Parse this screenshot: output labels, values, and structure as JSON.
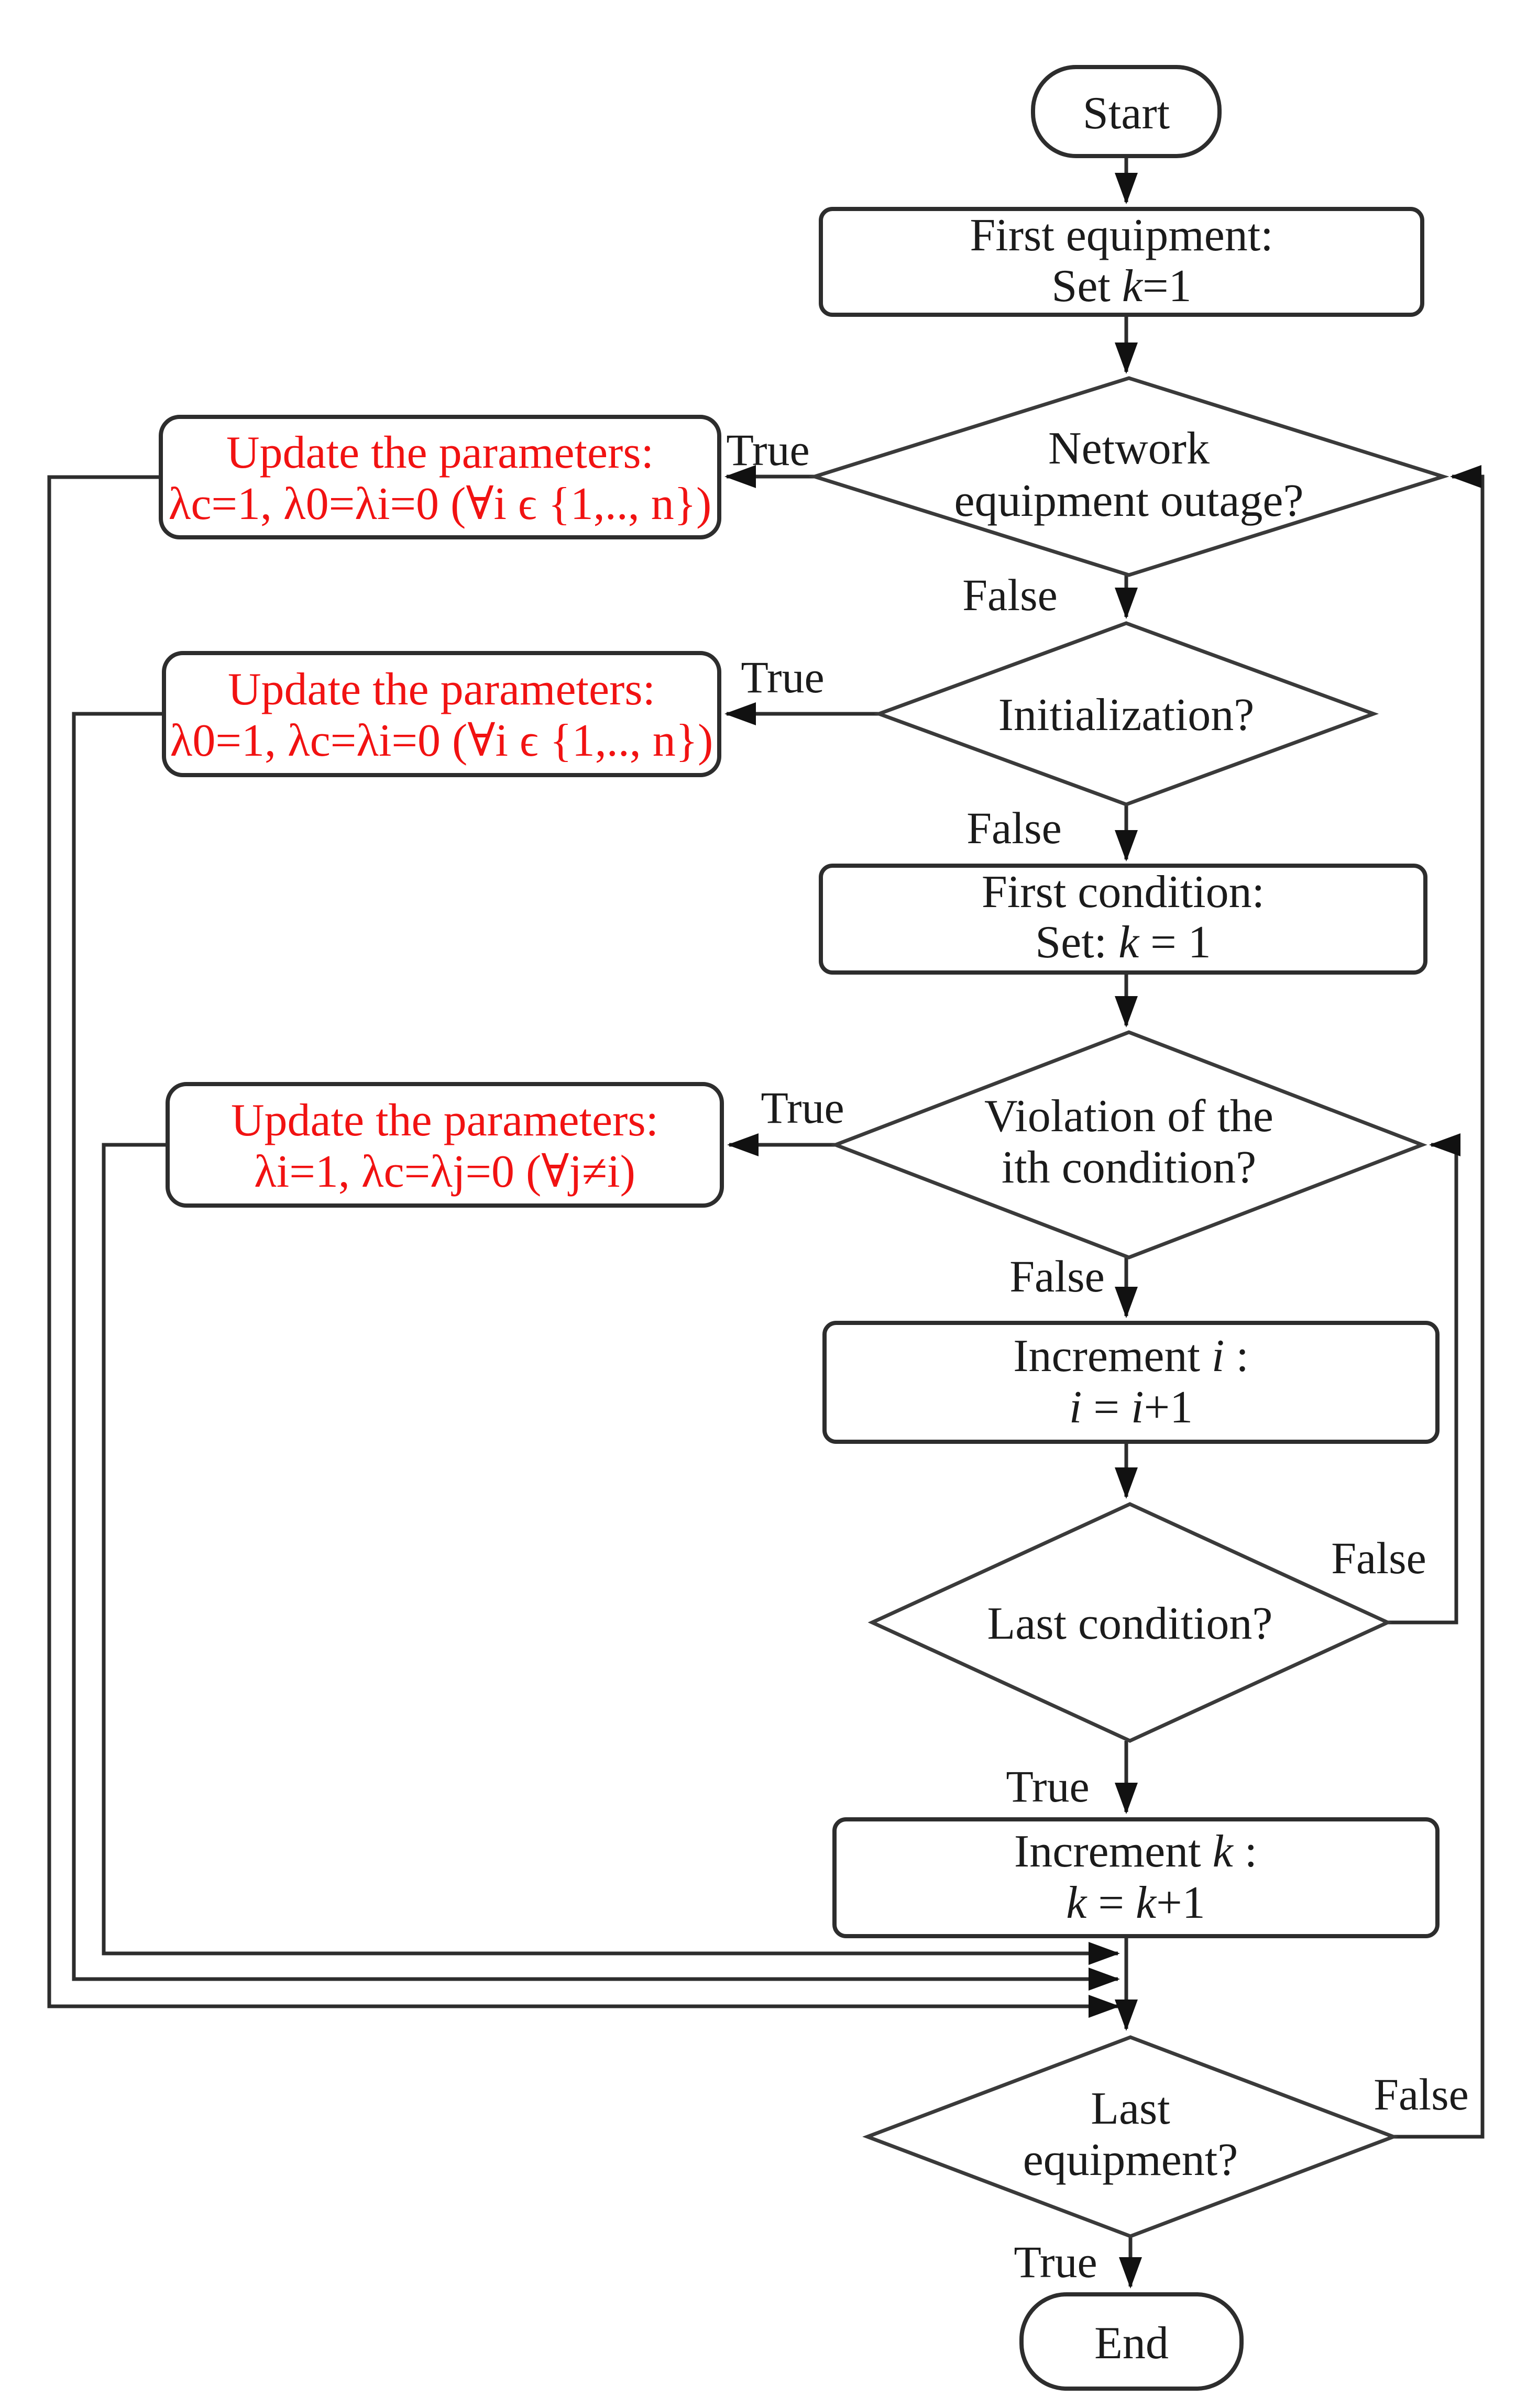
{
  "figure": {
    "type": "flowchart",
    "background": "#ffffff",
    "ink_color": "#2d2d2d",
    "highlight_color": "#f11212"
  },
  "nodes": {
    "start": {
      "label": "Start"
    },
    "first_equipment": {
      "line1": "First equipment:",
      "set_prefix": "Set ",
      "set_var": "k",
      "set_suffix": "=1"
    },
    "network_outage": {
      "line1": "Network",
      "line2": "equipment outage?"
    },
    "update_params_outage": {
      "line1": "Update the parameters:",
      "line2": "λc=1, λ0=λi=0 (∀i ϵ {1,.., n})"
    },
    "initialization": {
      "line1": "Initialization?"
    },
    "update_params_init": {
      "line1": "Update the parameters:",
      "line2": "λ0=1, λc=λi=0 (∀i ϵ {1,.., n})"
    },
    "first_condition": {
      "line1": "First condition:",
      "set_prefix": "Set: ",
      "set_var": "k",
      "set_suffix": " = 1"
    },
    "violation": {
      "line1": "Violation of the",
      "line2": "ith condition?"
    },
    "update_params_violation": {
      "line1": "Update the parameters:",
      "line2": "λi=1, λc=λj=0 (∀j≠i)"
    },
    "increment_i": {
      "prefix": "Increment ",
      "var": "i",
      "suffix": " :",
      "eq_var1": "i",
      "eq_mid": " = ",
      "eq_var2": "i",
      "eq_suffix": "+1"
    },
    "last_condition": {
      "line1": "Last condition?"
    },
    "increment_k": {
      "prefix": "Increment ",
      "var": "k",
      "suffix": " :",
      "eq_var1": "k",
      "eq_mid": " = ",
      "eq_var2": "k",
      "eq_suffix": "+1"
    },
    "last_equipment": {
      "line1": "Last",
      "line2": "equipment?"
    },
    "end": {
      "label": "End"
    }
  },
  "edge_labels": {
    "network_true": "True",
    "network_false": "False",
    "init_true": "True",
    "init_false": "False",
    "violation_true": "True",
    "violation_false": "False",
    "last_condition_false": "False",
    "last_condition_true": "True",
    "last_equipment_false": "False",
    "last_equipment_true": "True"
  }
}
